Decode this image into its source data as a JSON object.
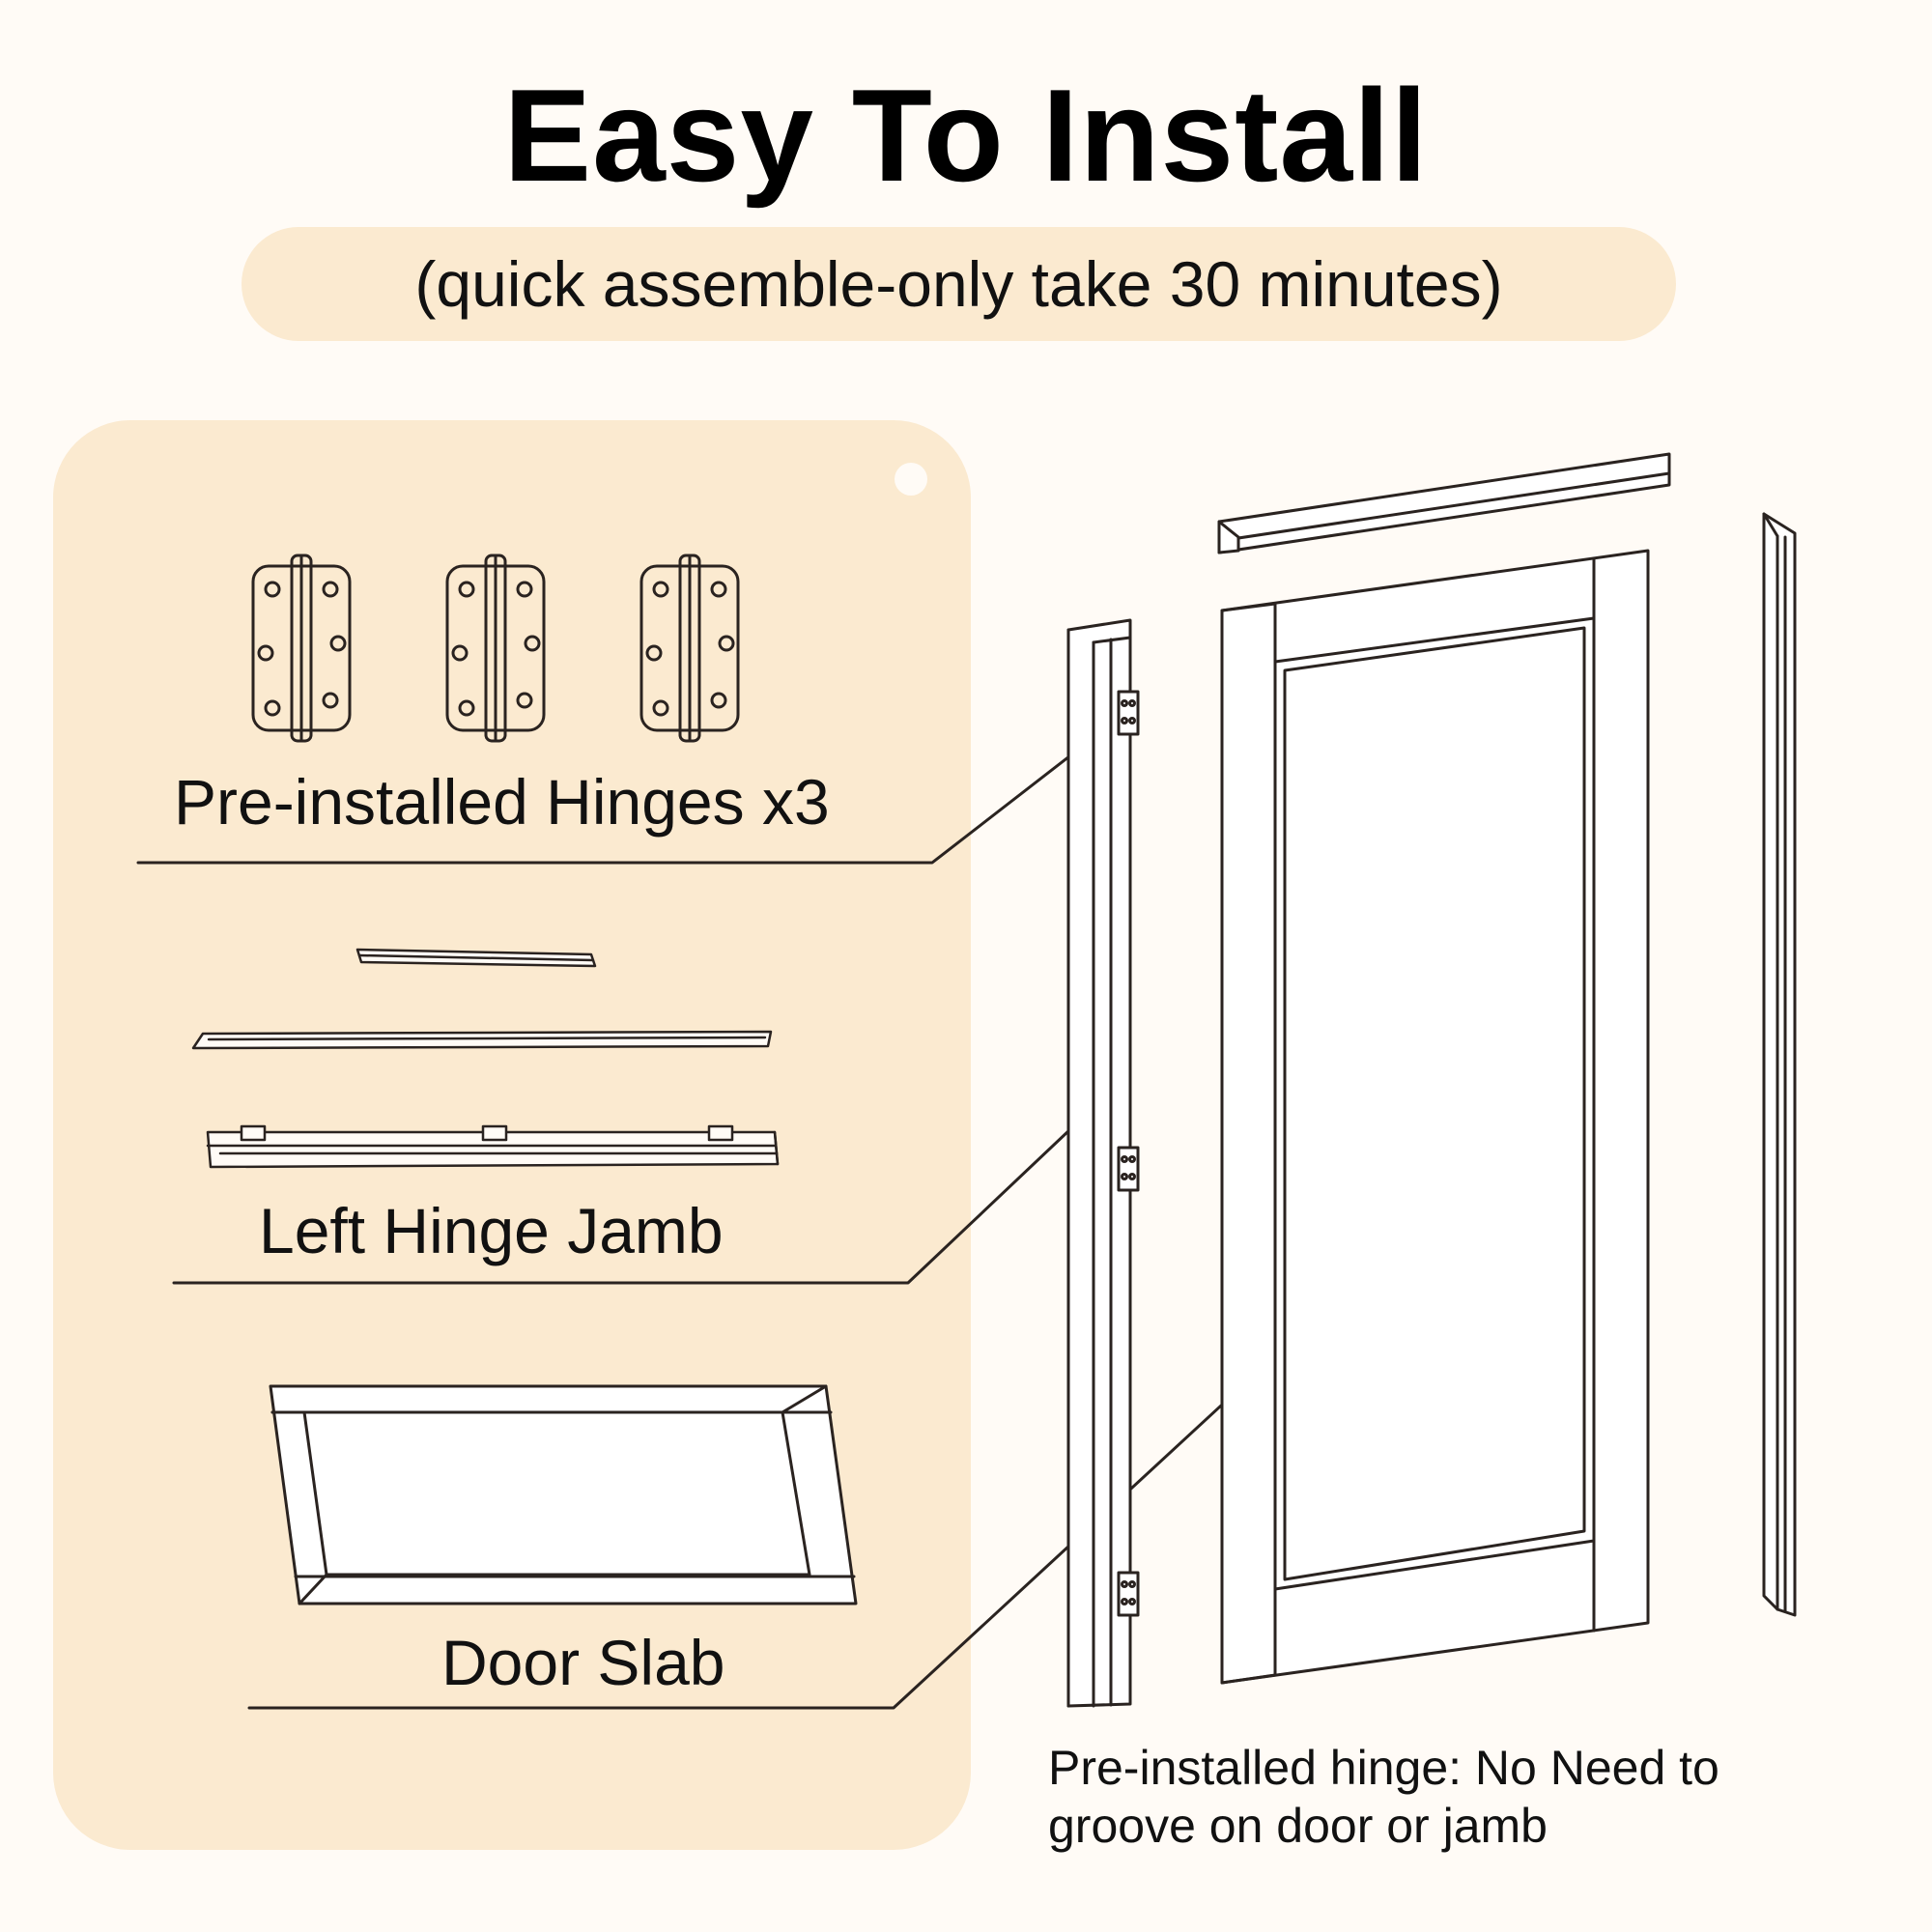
{
  "header": {
    "title": "Easy To Install",
    "subtitle": "(quick assemble-only take 30 minutes)"
  },
  "parts": [
    {
      "label": "Pre-installed Hinges x3"
    },
    {
      "label": "Left Hinge Jamb"
    },
    {
      "label": "Door Slab"
    }
  ],
  "note": {
    "line1": "Pre-installed hinge: No Need to",
    "line2": "groove on door or jamb"
  },
  "colors": {
    "background": "#fffbf6",
    "panel": "#fbead0",
    "line": "#2a2320"
  }
}
